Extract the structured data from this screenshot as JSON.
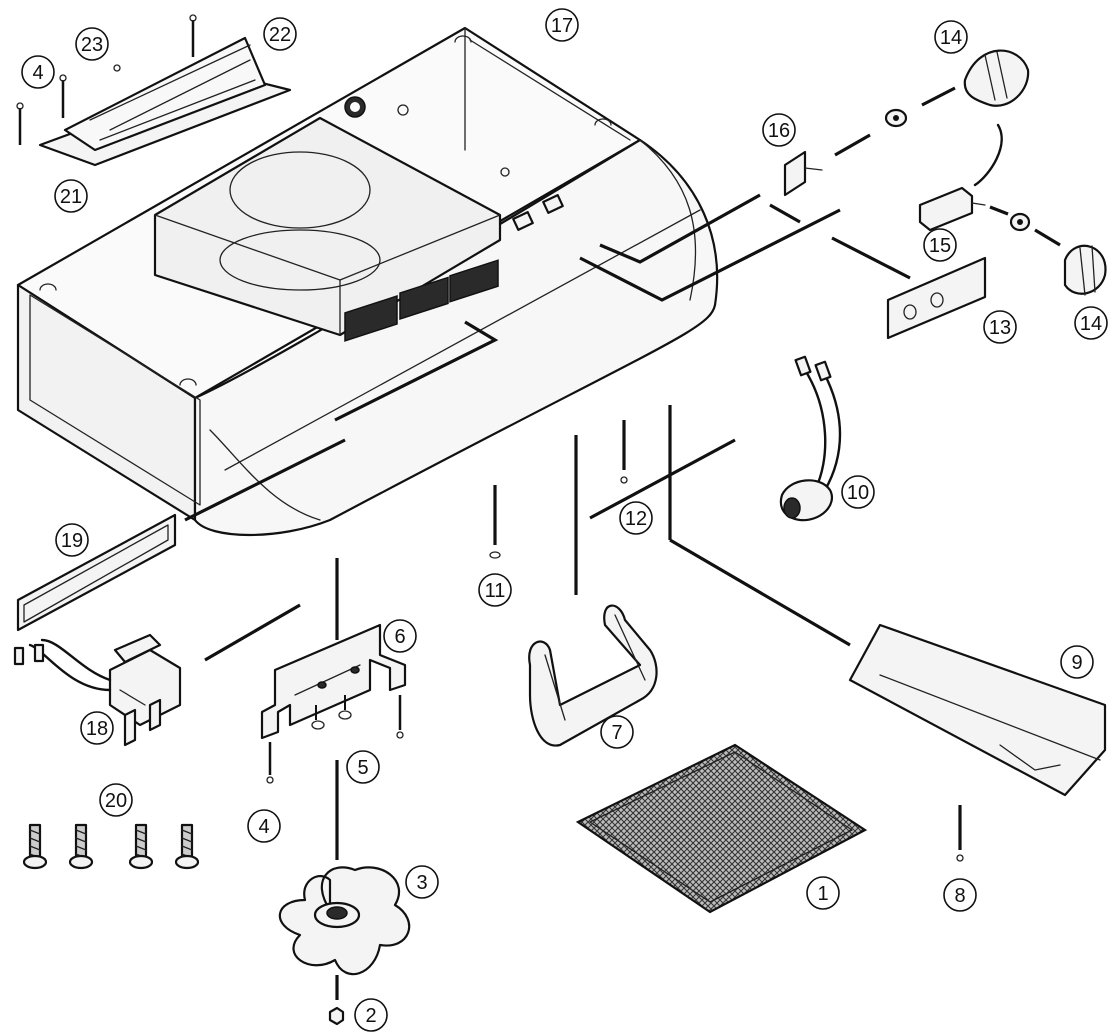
{
  "callouts": [
    {
      "number": "1",
      "part": "filter"
    },
    {
      "number": "2",
      "part": "fan-nut"
    },
    {
      "number": "3",
      "part": "fan-blade"
    },
    {
      "number": "4",
      "part": "screw-bracket"
    },
    {
      "number": "4",
      "part": "screw-damper"
    },
    {
      "number": "5",
      "part": "grommet"
    },
    {
      "number": "6",
      "part": "motor-bracket"
    },
    {
      "number": "7",
      "part": "lamp-socket-bracket"
    },
    {
      "number": "8",
      "part": "screw-light-lens"
    },
    {
      "number": "9",
      "part": "light-lens"
    },
    {
      "number": "10",
      "part": "lamp-socket"
    },
    {
      "number": "11",
      "part": "screw-socket"
    },
    {
      "number": "12",
      "part": "screw-bracket-socket"
    },
    {
      "number": "13",
      "part": "switch-plate"
    },
    {
      "number": "14",
      "part": "knob-top"
    },
    {
      "number": "14",
      "part": "knob-bottom"
    },
    {
      "number": "15",
      "part": "switch"
    },
    {
      "number": "16",
      "part": "switch-small"
    },
    {
      "number": "17",
      "part": "hood-housing"
    },
    {
      "number": "18",
      "part": "motor"
    },
    {
      "number": "19",
      "part": "ductless-label"
    },
    {
      "number": "20",
      "part": "mounting-screws"
    },
    {
      "number": "21",
      "part": "damper-base"
    },
    {
      "number": "22",
      "part": "damper"
    },
    {
      "number": "23",
      "part": "damper-screw"
    }
  ]
}
